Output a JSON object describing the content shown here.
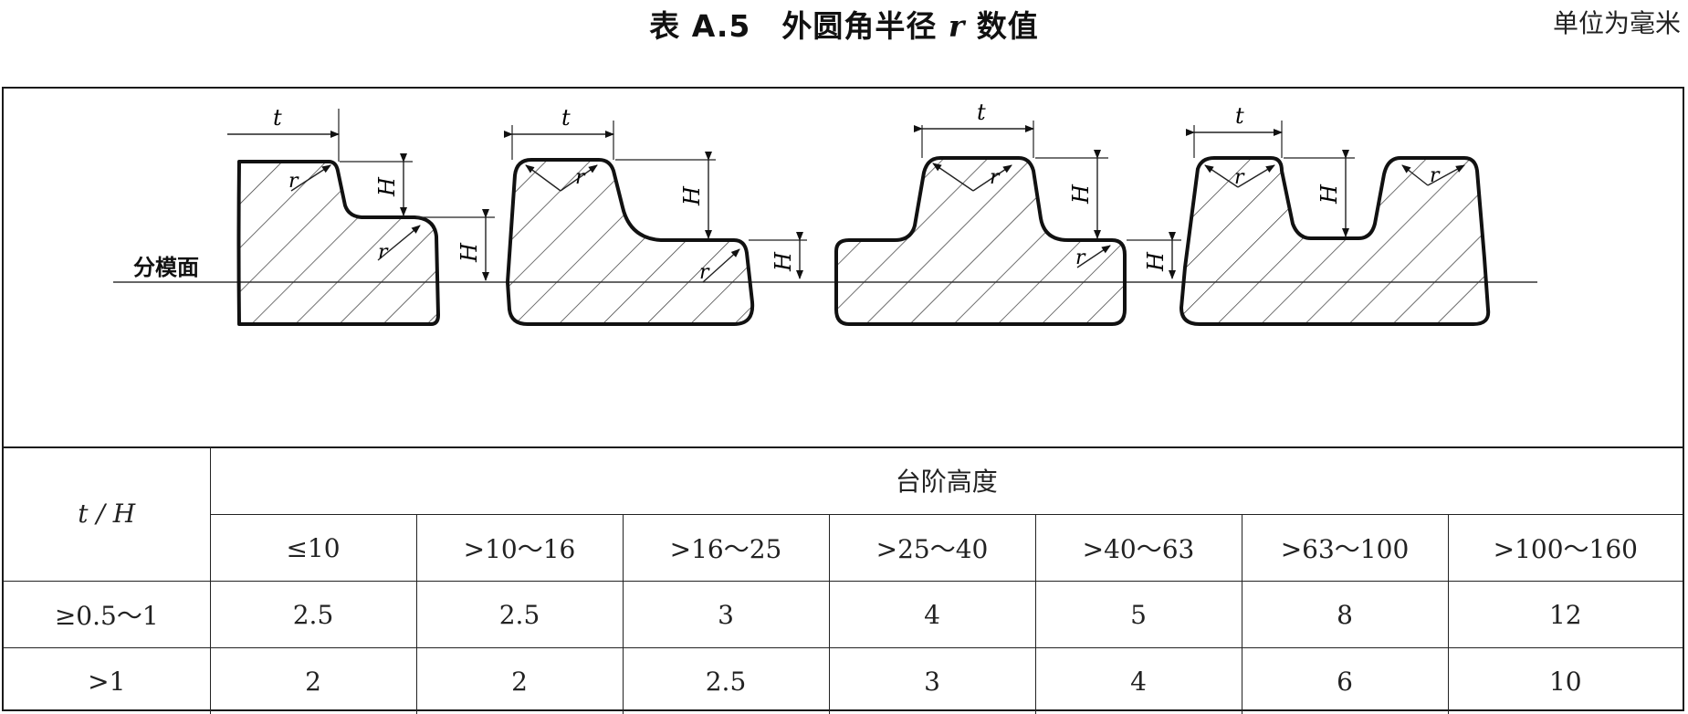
{
  "caption": {
    "prefix": "表 A.5　外圆角半径 ",
    "variable": "r",
    "suffix": " 数值"
  },
  "unit_note": "单位为毫米",
  "figure": {
    "parting_line_label": "分模面",
    "dim_t": "t",
    "dim_H": "H",
    "dim_r": "r"
  },
  "table": {
    "stub_header": "t / H",
    "group_header": "台阶高度",
    "columns": [
      "≤10",
      ">10～16",
      ">16～25",
      ">25～40",
      ">40～63",
      ">63～100",
      ">100～160"
    ],
    "rows": [
      {
        "label": "≥0.5～1",
        "values": [
          "2.5",
          "2.5",
          "3",
          "4",
          "5",
          "8",
          "12"
        ]
      },
      {
        "label": ">1",
        "values": [
          "2",
          "2",
          "2.5",
          "3",
          "4",
          "6",
          "10"
        ]
      }
    ]
  }
}
